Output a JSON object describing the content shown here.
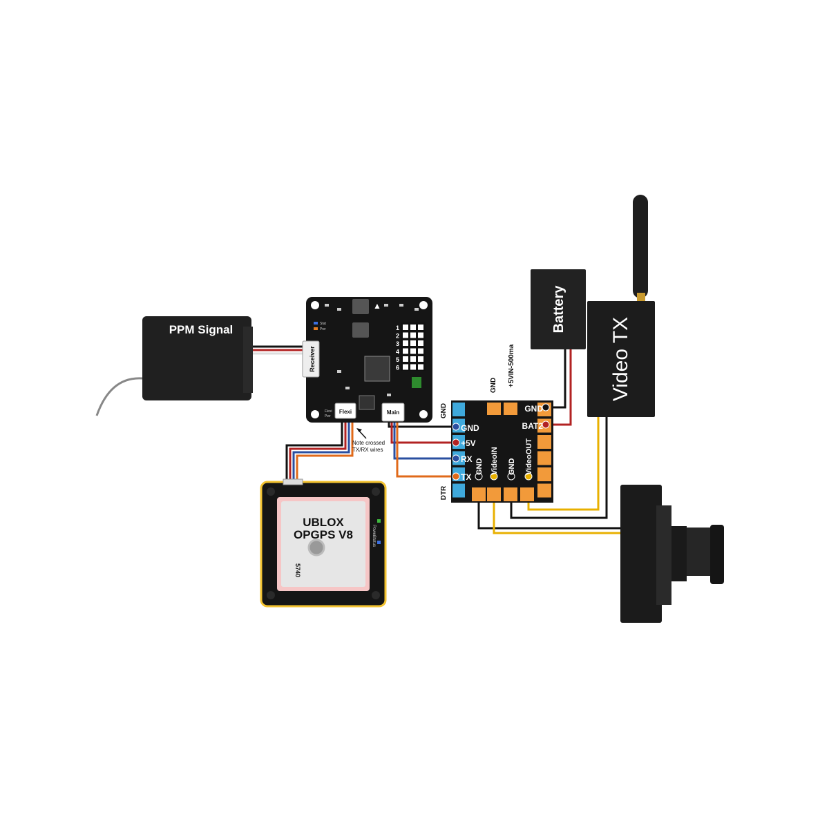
{
  "receiver": {
    "label": "PPM Signal"
  },
  "flight_controller": {
    "receiver_port": "Receiver",
    "flexi_port": "Flexi",
    "main_port": "Main",
    "status_led_label": "Stat",
    "power_led_label": "Pwr",
    "flexi_power_label": "Flexi\nPwr",
    "servo_numbers": [
      "1",
      "2",
      "3",
      "4",
      "5",
      "6"
    ]
  },
  "annotation": {
    "line1": "Note crossed",
    "line2": "TX/RX wires"
  },
  "gps": {
    "title_line1": "UBLOX",
    "title_line2": "OPGPS V8",
    "antenna_number": "5740",
    "power_label": "Power",
    "status_label": "Status"
  },
  "osd_board": {
    "top_pins": [
      "GND",
      "+5VIN-500ma"
    ],
    "left_pins": [
      "GND",
      "GND",
      "+5V",
      "RX",
      "TX",
      "DTR"
    ],
    "right_pins": [
      "GND",
      "BAT2"
    ],
    "bottom_pins": [
      "GND",
      "VideoIN",
      "GND",
      "VideoOUT"
    ]
  },
  "battery": {
    "label": "Battery"
  },
  "video_tx": {
    "label": "Video TX"
  },
  "colors": {
    "wire_black": "#111111",
    "wire_red": "#b22222",
    "wire_blue": "#2a4fa0",
    "wire_orange": "#e06a1a",
    "wire_yellow": "#e8b000",
    "pin_blue": "#3fa9dc",
    "pin_orange": "#f29a3a",
    "gps_border": "#f2c230"
  }
}
